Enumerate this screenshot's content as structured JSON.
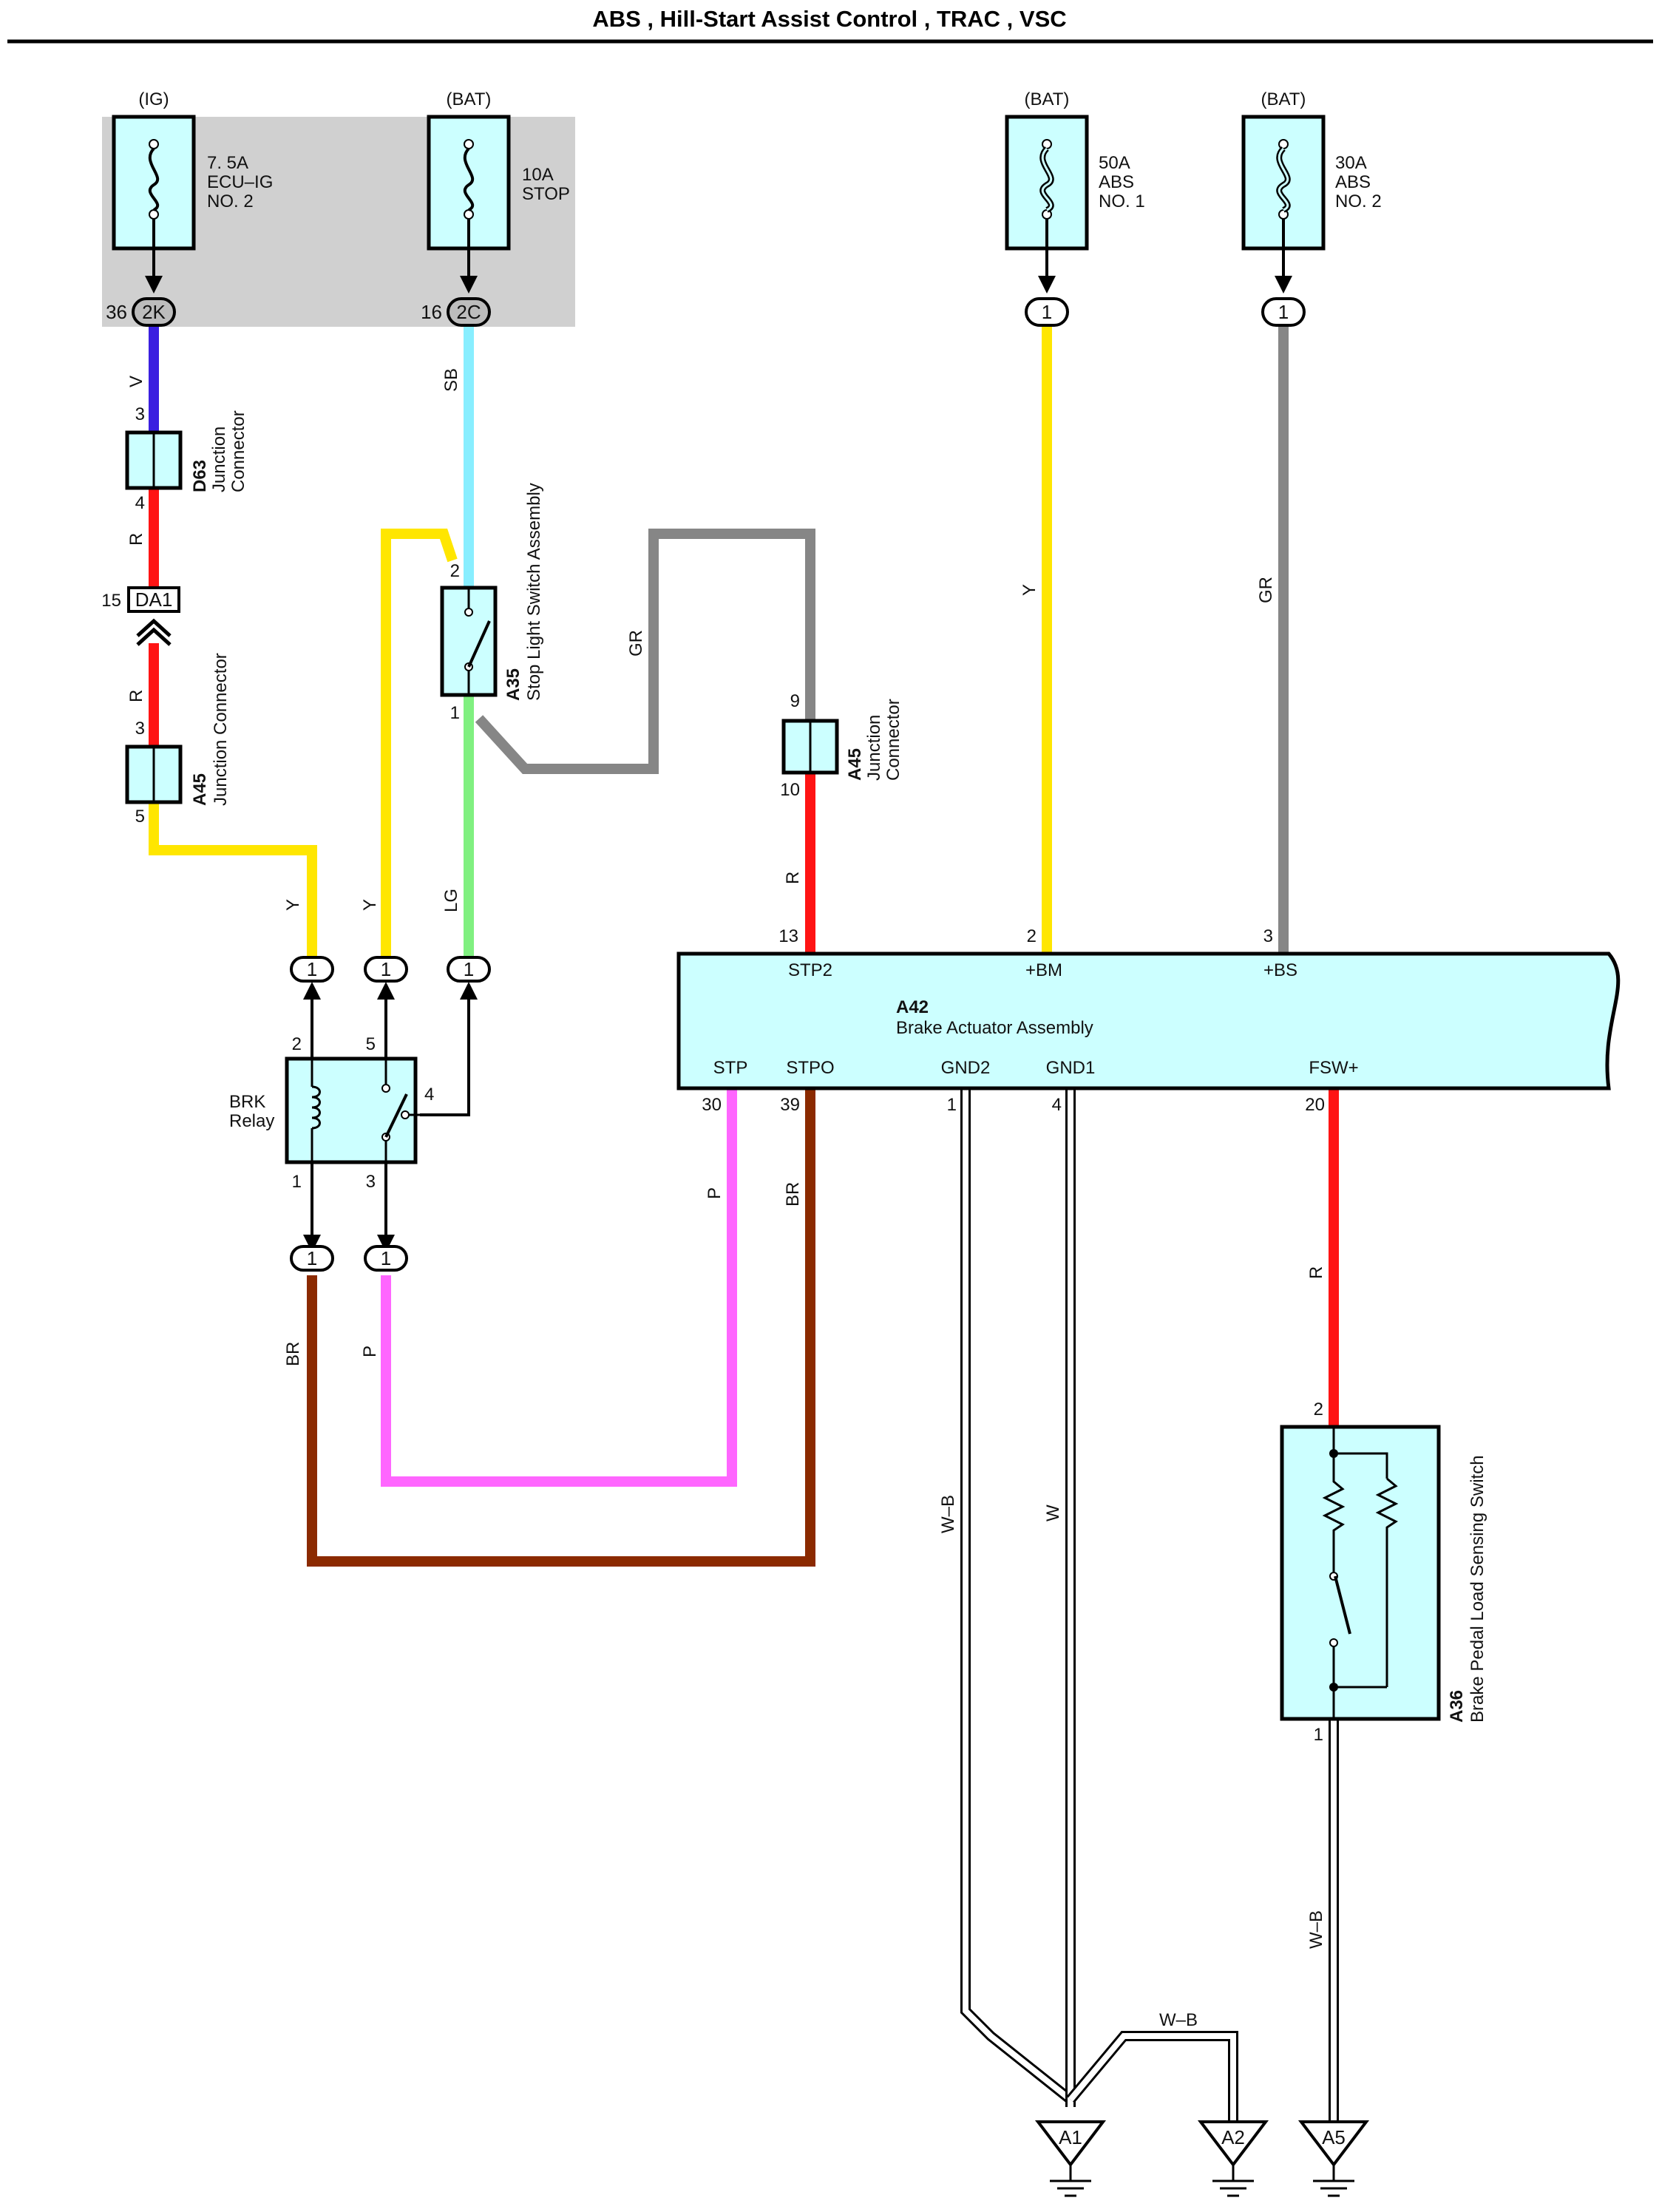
{
  "title": "ABS , Hill-Start Assist Control , TRAC , VSC",
  "colors": {
    "violet": "#3a1fe0",
    "red": "#ff1414",
    "yellow": "#ffe600",
    "skyblue": "#88eeff",
    "lightgreen": "#80f080",
    "gray": "#868686",
    "brown": "#8b2a00",
    "pink": "#ff66ff",
    "box_fill": "#ccffff",
    "fuse_panel": "#d0d0d0"
  },
  "fuses": [
    {
      "source": "(IG)",
      "rating": "7. 5A",
      "name1": "ECU–IG",
      "name2": "NO. 2",
      "pin": "36",
      "conn": "2K"
    },
    {
      "source": "(BAT)",
      "rating": "10A",
      "name1": "STOP",
      "name2": "",
      "pin": "16",
      "conn": "2C"
    },
    {
      "source": "(BAT)",
      "rating": "50A",
      "name1": "ABS",
      "name2": "NO. 1",
      "pin": "",
      "conn": "1"
    },
    {
      "source": "(BAT)",
      "rating": "30A",
      "name1": "ABS",
      "name2": "NO. 2",
      "pin": "",
      "conn": "1"
    }
  ],
  "wires": {
    "v": "V",
    "r": "R",
    "y": "Y",
    "sb": "SB",
    "lg": "LG",
    "gr": "GR",
    "p": "P",
    "br": "BR",
    "wb": "W–B",
    "w": "W"
  },
  "connectors": {
    "d63": {
      "id": "D63",
      "name1": "Junction",
      "name2": "Connector",
      "pin_top": "3",
      "pin_bot": "4"
    },
    "da1": {
      "id": "DA1",
      "pin": "15"
    },
    "a45_left": {
      "id": "A45",
      "name": "Junction Connector",
      "pin_top": "3",
      "pin_bot": "5"
    },
    "a45_mid": {
      "id": "A45",
      "name1": "Junction",
      "name2": "Connector",
      "pin_top": "9",
      "pin_bot": "10"
    },
    "a35": {
      "id": "A35",
      "name": "Stop Light Switch Assembly",
      "pin_top": "2",
      "pin_bot": "1"
    },
    "a36": {
      "id": "A36",
      "name": "Brake Pedal Load Sensing Switch",
      "pin_top": "2",
      "pin_bot": "1"
    }
  },
  "relay": {
    "name1": "BRK",
    "name2": "Relay",
    "pins": [
      "2",
      "5",
      "4",
      "1",
      "3"
    ],
    "inline": "1"
  },
  "actuator": {
    "id": "A42",
    "name": "Brake Actuator Assembly",
    "top_pins": [
      {
        "pin": "13",
        "label": "STP2"
      },
      {
        "pin": "2",
        "label": "+BM"
      },
      {
        "pin": "3",
        "label": "+BS"
      }
    ],
    "bottom_pins": [
      {
        "pin": "30",
        "label": "STP"
      },
      {
        "pin": "39",
        "label": "STPO"
      },
      {
        "pin": "1",
        "label": "GND2"
      },
      {
        "pin": "4",
        "label": "GND1"
      },
      {
        "pin": "20",
        "label": "FSW+"
      }
    ]
  },
  "grounds": [
    "A1",
    "A2",
    "A5"
  ]
}
